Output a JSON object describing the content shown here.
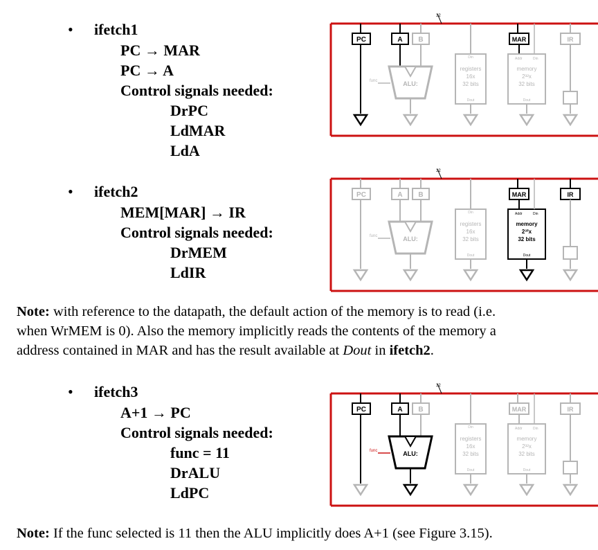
{
  "steps": [
    {
      "title": "ifetch1",
      "lines": [
        "PC → MAR",
        "PC → A",
        "Control signals needed:"
      ],
      "signals": [
        "DrPC",
        "LdMAR",
        "LdA"
      ]
    },
    {
      "title": "ifetch2",
      "lines": [
        "MEM[MAR] → IR",
        "Control signals needed:"
      ],
      "signals": [
        "DrMEM",
        "LdIR"
      ]
    },
    {
      "title": "ifetch3",
      "lines": [
        "A+1 → PC",
        "Control signals needed:"
      ],
      "signals": [
        "func = 11",
        "DrALU",
        "LdPC"
      ]
    }
  ],
  "notes": {
    "note1": {
      "label": "Note:",
      "line1": " with reference to the datapath, the default action of the memory is to read (i.e.",
      "line2": "when WrMEM is 0).  Also the memory implicitly reads the contents of the memory a",
      "line3_a": "address contained in MAR and has the result available at ",
      "line3_dout": "Dout",
      "line3_b": " in ",
      "line3_bold": "ifetch2",
      "line3_c": "."
    },
    "note2": {
      "label": "Note:",
      "text": " If the func selected is 11 then the ALU implicitly does A+1 (see Figure 3.15)."
    }
  },
  "diagram": {
    "bus_width": "32",
    "pc": "PC",
    "a": "A",
    "b": "B",
    "mar": "MAR",
    "ir": "IR",
    "alu": "ALU:",
    "registers": [
      "registers",
      "16x",
      "32 bits"
    ],
    "memory": [
      "memory",
      "2³²x",
      "32 bits"
    ],
    "din": "Din",
    "dout": "Dout",
    "addr": "Addr",
    "func": "func",
    "colors": {
      "bus": "#cc1111",
      "active": "#000000",
      "inactive": "#b5b5b5"
    }
  }
}
